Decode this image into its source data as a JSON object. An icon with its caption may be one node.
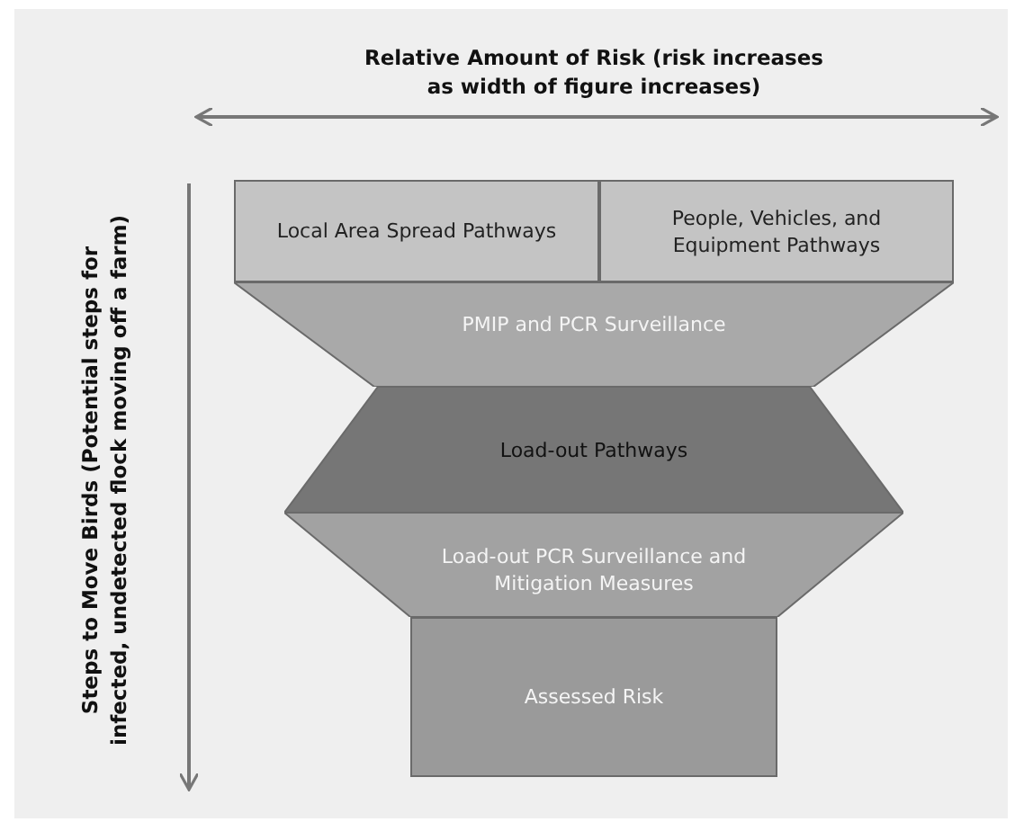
{
  "diagram": {
    "nodes": [
      {
        "text": [
          "Local Area Spread Pathways"
        ]
      },
      {
        "text": [
          "People, Vehicles, and Equipment Pathways"
        ]
      },
      {
        "text": [
          "PMIP and PCR Surveillance"
        ]
      },
      {
        "text": [
          "Load-out Pathways"
        ]
      },
      {
        "text": [
          "Load-out PCR Surveillance and Mitigation Measures"
        ]
      },
      {
        "text": [
          "Assessed Risk"
        ]
      }
    ],
    "edges": [],
    "labels": [
      "Relative Amount of Risk (risk increases as width of figure increases)",
      "Steps to Move Birds (Potential steps for infected, undetected flock moving off a farm)"
    ]
  }
}
